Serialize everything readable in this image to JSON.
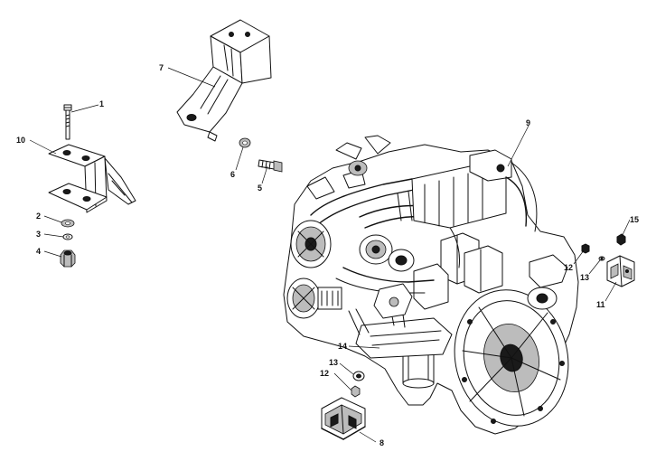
{
  "callouts": {
    "p1": "1",
    "p2": "2",
    "p3": "3",
    "p4": "4",
    "p5": "5",
    "p6": "6",
    "p7": "7",
    "p8": "8",
    "p9": "9",
    "p10": "10",
    "p11": "11",
    "p12a": "12",
    "p12b": "12",
    "p13a": "13",
    "p13b": "13",
    "p14": "14",
    "p15": "15"
  }
}
